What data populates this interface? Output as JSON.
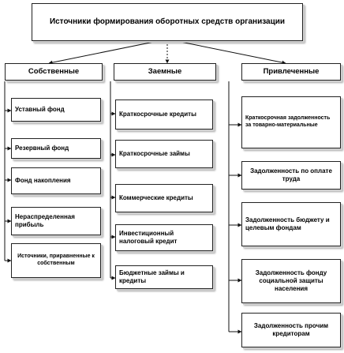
{
  "diagram": {
    "title": "Источники формирования оборотных средств организации",
    "columns": [
      {
        "header": "Собственные",
        "items": [
          "Уставный фонд",
          "Резервный фонд",
          "Фонд накопления",
          "Нераспределенная прибыль",
          "Источники, приравненные к собственным"
        ]
      },
      {
        "header": "Заемные",
        "items": [
          "Краткосрочные кредиты",
          "Краткосрочные займы",
          "Коммерческие кредиты",
          "Инвестиционный налоговый кредит",
          "Бюджетные займы и кредиты"
        ]
      },
      {
        "header": "Привлеченные",
        "items": [
          "Краткосрочная задолженность за товарно-материальные",
          "Задолженность по оплате труда",
          "Задолженность бюджету и целевым фондам",
          "Задолженность фонду социальной защиты населения",
          "Задолженность прочим кредиторам"
        ]
      }
    ]
  }
}
